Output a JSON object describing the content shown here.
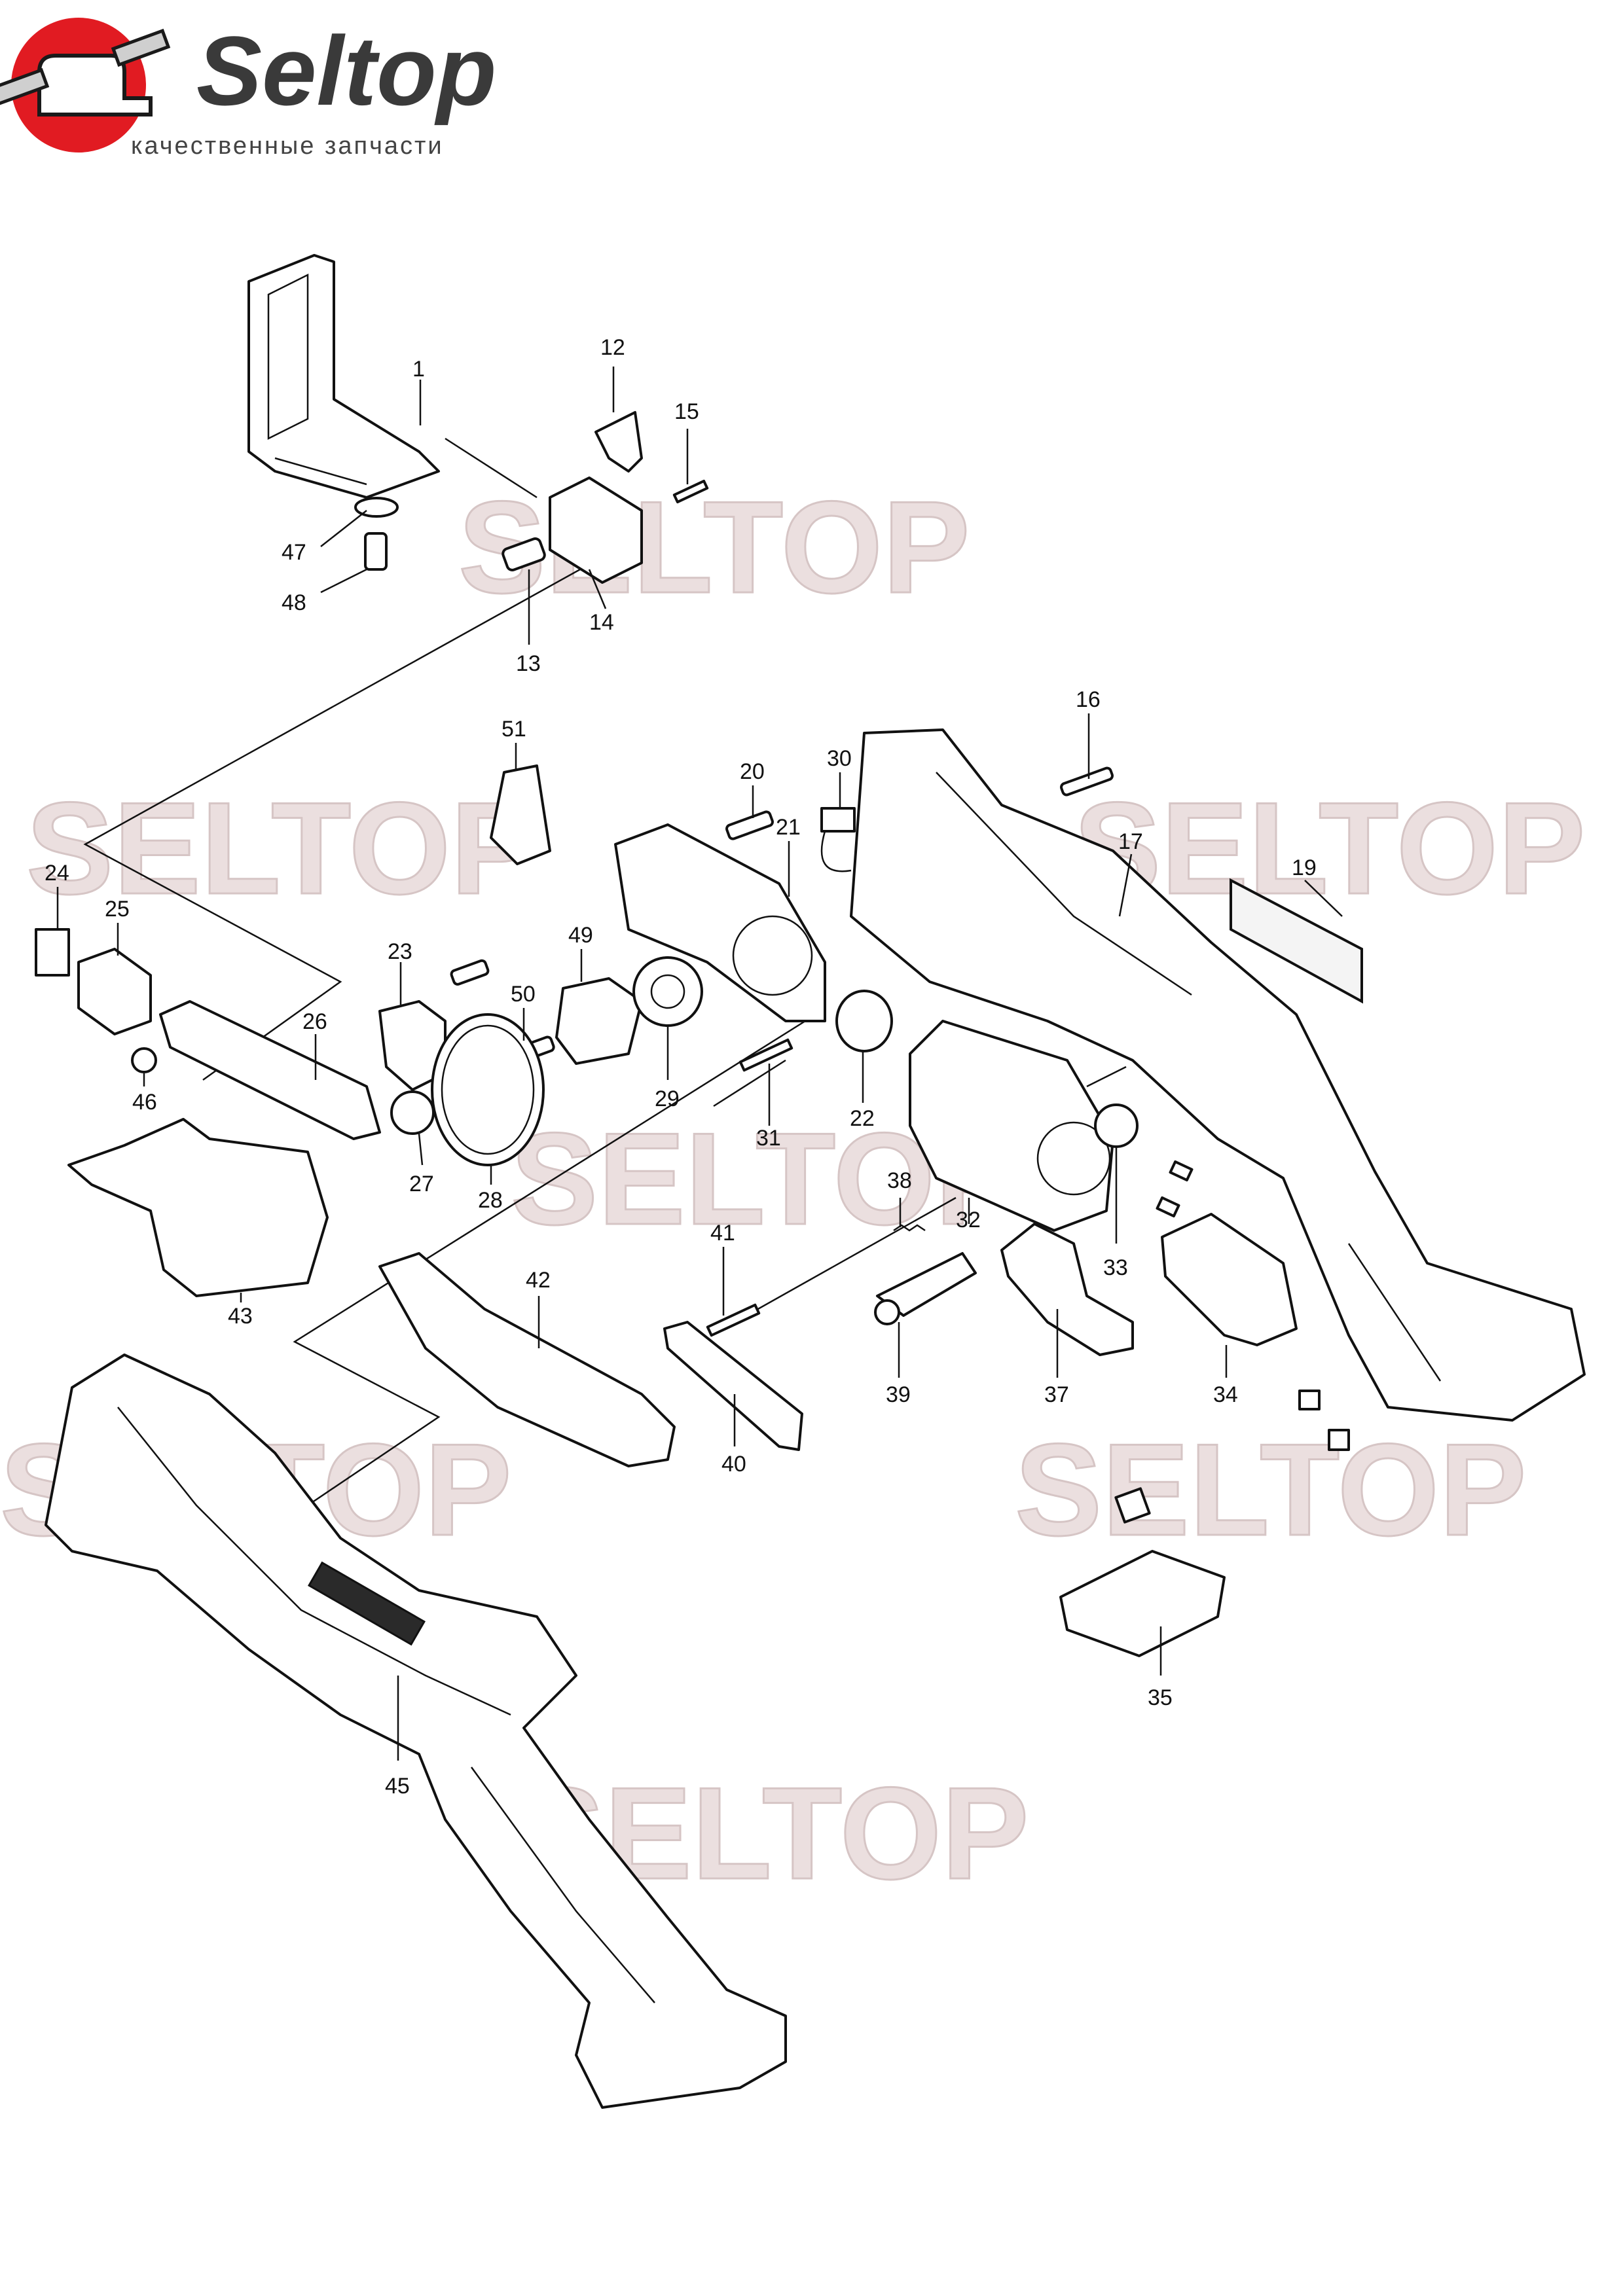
{
  "brand": {
    "name": "Seltop",
    "tagline": "качественные запчасти"
  },
  "watermark_text": "SELTOP",
  "callouts": [
    "1",
    "12",
    "15",
    "47",
    "48",
    "13",
    "14",
    "16",
    "20",
    "30",
    "51",
    "21",
    "17",
    "19",
    "24",
    "25",
    "23",
    "49",
    "50",
    "26",
    "46",
    "29",
    "22",
    "31",
    "27",
    "28",
    "43",
    "38",
    "41",
    "42",
    "32",
    "33",
    "39",
    "37",
    "34",
    "40",
    "35",
    "45"
  ]
}
